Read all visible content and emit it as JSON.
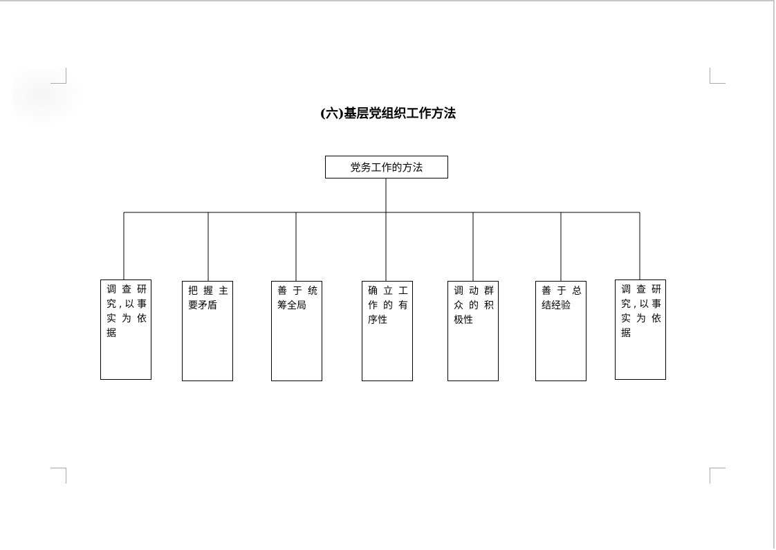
{
  "title": "(六)基层党组织工作方法",
  "root": "党务工作的方法",
  "children": [
    {
      "lines": [
        "调 查 研",
        "究,以事",
        "实 为 依",
        "据"
      ]
    },
    {
      "lines": [
        "把 握 主",
        "要矛盾"
      ]
    },
    {
      "lines": [
        "善 于 统",
        "筹全局"
      ]
    },
    {
      "lines": [
        "确 立 工",
        "作 的 有",
        "序性"
      ]
    },
    {
      "lines": [
        "调 动 群",
        "众 的 积",
        "极性"
      ]
    },
    {
      "lines": [
        "善 于 总",
        "结经验"
      ]
    },
    {
      "lines": [
        "调 查 研",
        "究,以事",
        "实 为 依",
        "据"
      ]
    }
  ]
}
